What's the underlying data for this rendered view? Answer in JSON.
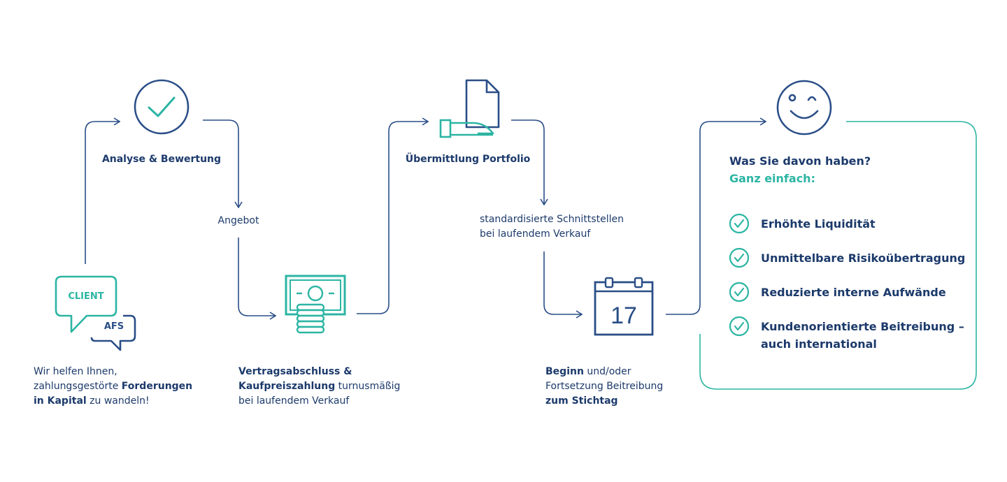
{
  "steps": {
    "client": {
      "bubble_client": "CLIENT",
      "bubble_afs": "AFS",
      "desc": {
        "l1": "Wir helfen Ihnen,",
        "l2a": "zahlungsgestörte ",
        "l2b": "Forderungen",
        "l3a": "in Kapital",
        "l3b": " zu wandeln!"
      }
    },
    "analyse": {
      "title": "Analyse & Bewertung"
    },
    "angebot": {
      "label": "Angebot"
    },
    "vertrag": {
      "l1": "Vertragsabschluss &",
      "l2a": "Kaufpreiszahlung",
      "l2b": " turnusmäßig",
      "l3": "bei laufendem Verkauf"
    },
    "portfolio": {
      "title": "Übermittlung Portfolio"
    },
    "schnittstellen": {
      "l1": "standardisierte Schnittstellen",
      "l2": "bei laufendem Verkauf"
    },
    "beitreibung": {
      "calendar_day": "17",
      "l1a": "Beginn",
      "l1b": " und/oder",
      "l2": "Fortsetzung Beitreibung",
      "l3": "zum Stichtag"
    }
  },
  "benefits": {
    "title": "Was Sie davon haben?",
    "subtitle": "Ganz einfach:",
    "items": [
      {
        "l1": "Erhöhte Liquidität",
        "l2": ""
      },
      {
        "l1": "Unmittelbare Risikoübertragung",
        "l2": ""
      },
      {
        "l1": "Reduzierte interne Aufwände",
        "l2": ""
      },
      {
        "l1": "Kundenorientierte Beitreibung –",
        "l2": "auch international"
      }
    ]
  },
  "icons": {
    "client": "chat-bubbles-icon",
    "analyse": "check-circle-icon",
    "vertrag": "money-coins-icon",
    "portfolio": "document-hand-icon",
    "beitreibung": "calendar-icon",
    "benefits": "winking-smiley-icon",
    "benefit_item": "check-circle-small-icon"
  },
  "colors": {
    "navy": "#1c3a6b",
    "flow_line": "#2a4e87",
    "teal": "#2cb5a3"
  }
}
